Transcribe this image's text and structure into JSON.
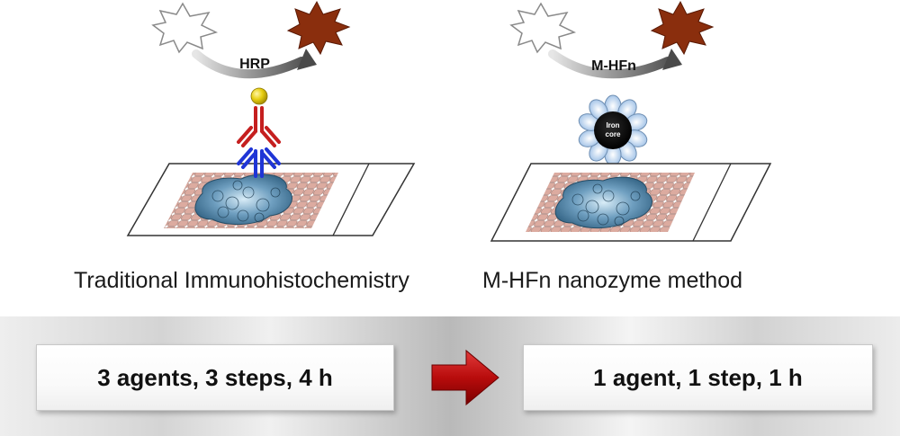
{
  "left_panel": {
    "enzyme_label": "HRP",
    "caption": "Traditional Immunohistochemistry"
  },
  "right_panel": {
    "enzyme_label": "M-HFn",
    "core_label_line1": "Iron",
    "core_label_line2": "core",
    "caption": "M-HFn nanozyme method"
  },
  "summary": {
    "left_text": "3 agents, 3 steps, 4 h",
    "right_text": "1 agent, 1 step, 1 h"
  },
  "colors": {
    "substrate_star": "#ffffff",
    "product_star": "#8a2e0d",
    "antibody_primary": "#1f35d6",
    "antibody_secondary": "#c51f1f",
    "hrp_bead": "#e2c90a",
    "tissue": "#5f8fb0",
    "cells": "#d9a79c",
    "arrow_red": "#b80c0c",
    "core": "#050505",
    "shell": "#a9c7e8"
  }
}
